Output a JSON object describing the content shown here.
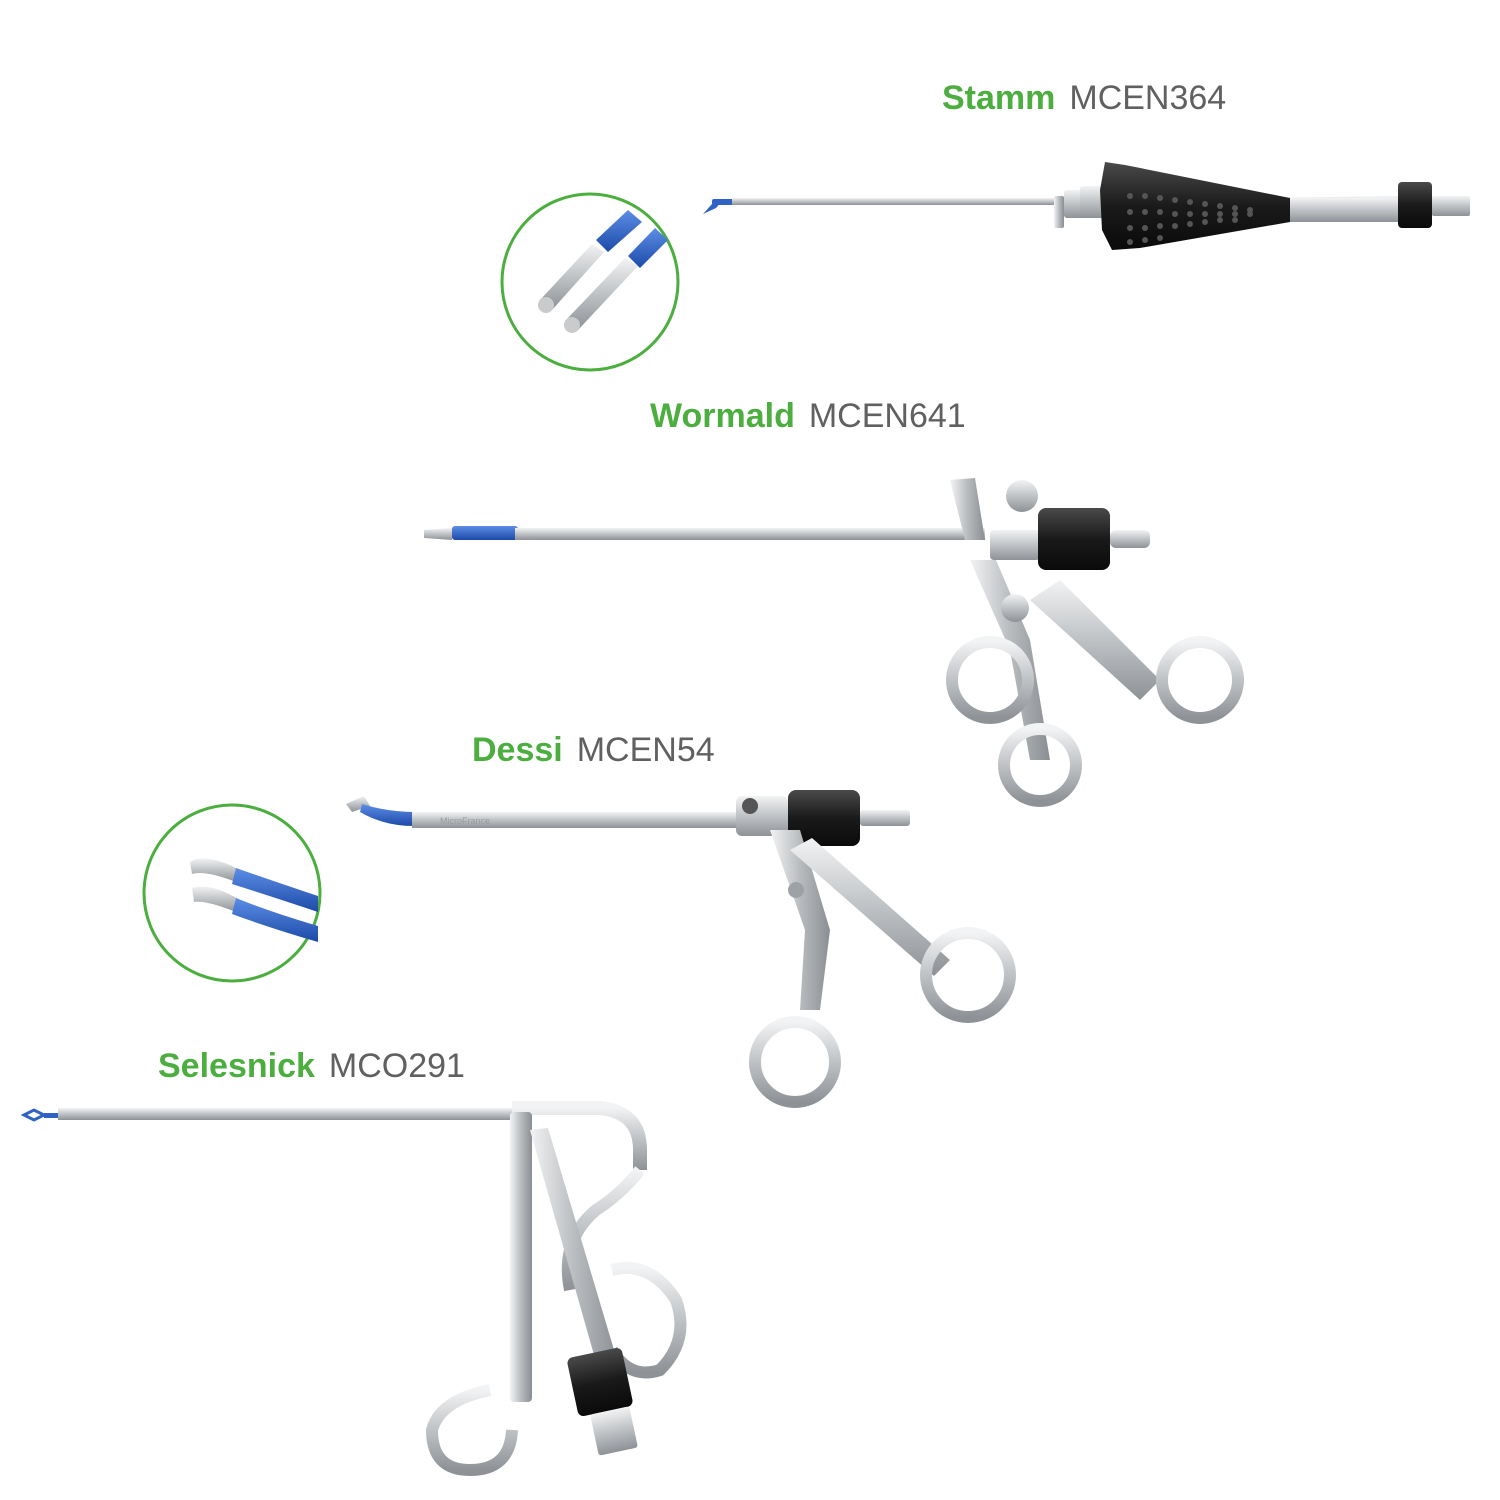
{
  "products": [
    {
      "name": "Stamm",
      "code": "MCEN364"
    },
    {
      "name": "Wormald",
      "code": "MCEN641"
    },
    {
      "name": "Dessi",
      "code": "MCEN54"
    },
    {
      "name": "Selesnick",
      "code": "MCO291"
    }
  ],
  "instrument_markings": {
    "dessi_shaft": "MicroFrance"
  },
  "colors": {
    "name": "#4cae3f",
    "code": "#606060",
    "insulation_blue": "#2f62c4",
    "steel": "#c8cacc",
    "handle_black": "#1c1c1c",
    "detail_ring": "#4cae3f"
  }
}
